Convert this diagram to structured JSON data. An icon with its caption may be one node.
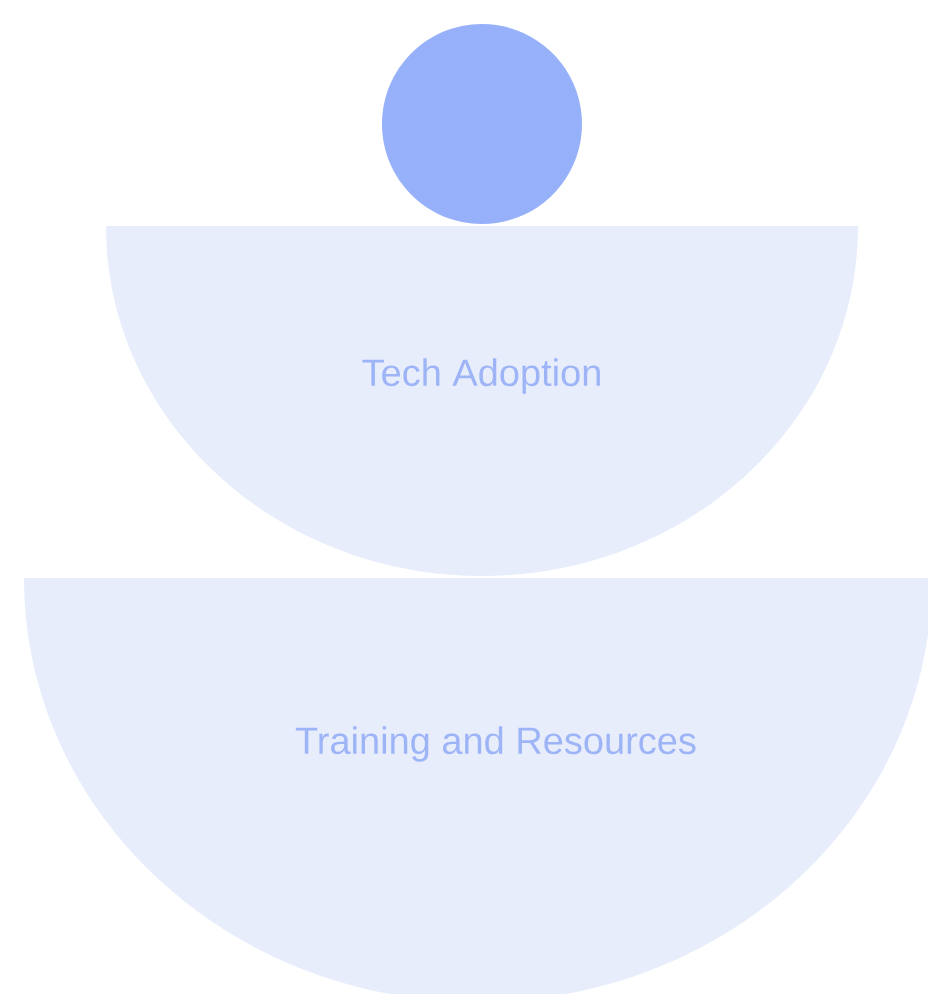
{
  "diagram": {
    "nodes": [
      {
        "text": [],
        "shape": "circle"
      },
      {
        "text": [
          "Tech Adoption"
        ]
      },
      {
        "text": [
          "Training and Resources"
        ]
      }
    ]
  }
}
